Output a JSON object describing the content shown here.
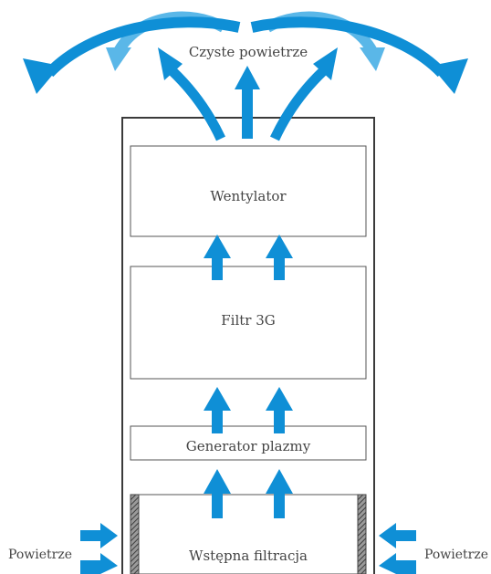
{
  "labels": {
    "clean_air": "Czyste powietrze",
    "fan": "Wentylator",
    "filter": "Filtr 3G",
    "plasma": "Generator plazmy",
    "prefilter": "Wstępna filtracja",
    "air_left": "Powietrze",
    "air_right": "Powietrze"
  },
  "colors": {
    "arrow": "#0f8fd6",
    "arrow_light": "#5ab7e8",
    "box_stroke": "#555555",
    "outer_stroke": "#3a3a3a",
    "hatch_dark": "#4a4a4a",
    "text": "#444444"
  }
}
